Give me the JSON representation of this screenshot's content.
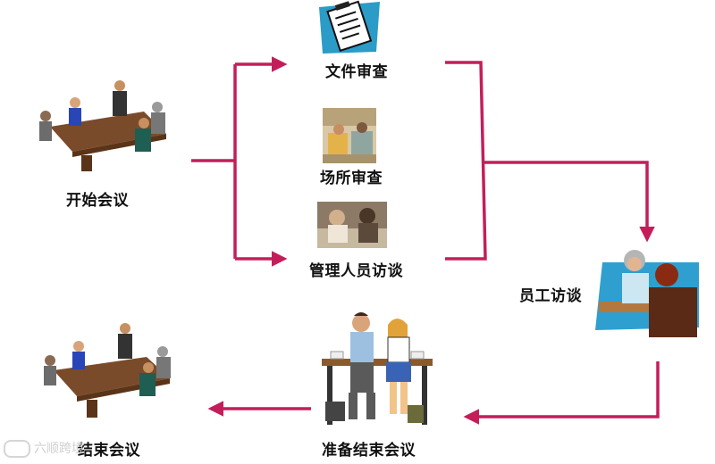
{
  "steps": {
    "opening_meeting": "开始会议",
    "document_review": "文件审查",
    "site_review": "场所审查",
    "management_interview": "管理人员访谈",
    "staff_interview": "员工访谈",
    "prepare_closing_meeting": "准备结束会议",
    "closing_meeting": "结束会议"
  },
  "watermark": "六顺跨境",
  "colors": {
    "arrow": "#c41e5a"
  }
}
